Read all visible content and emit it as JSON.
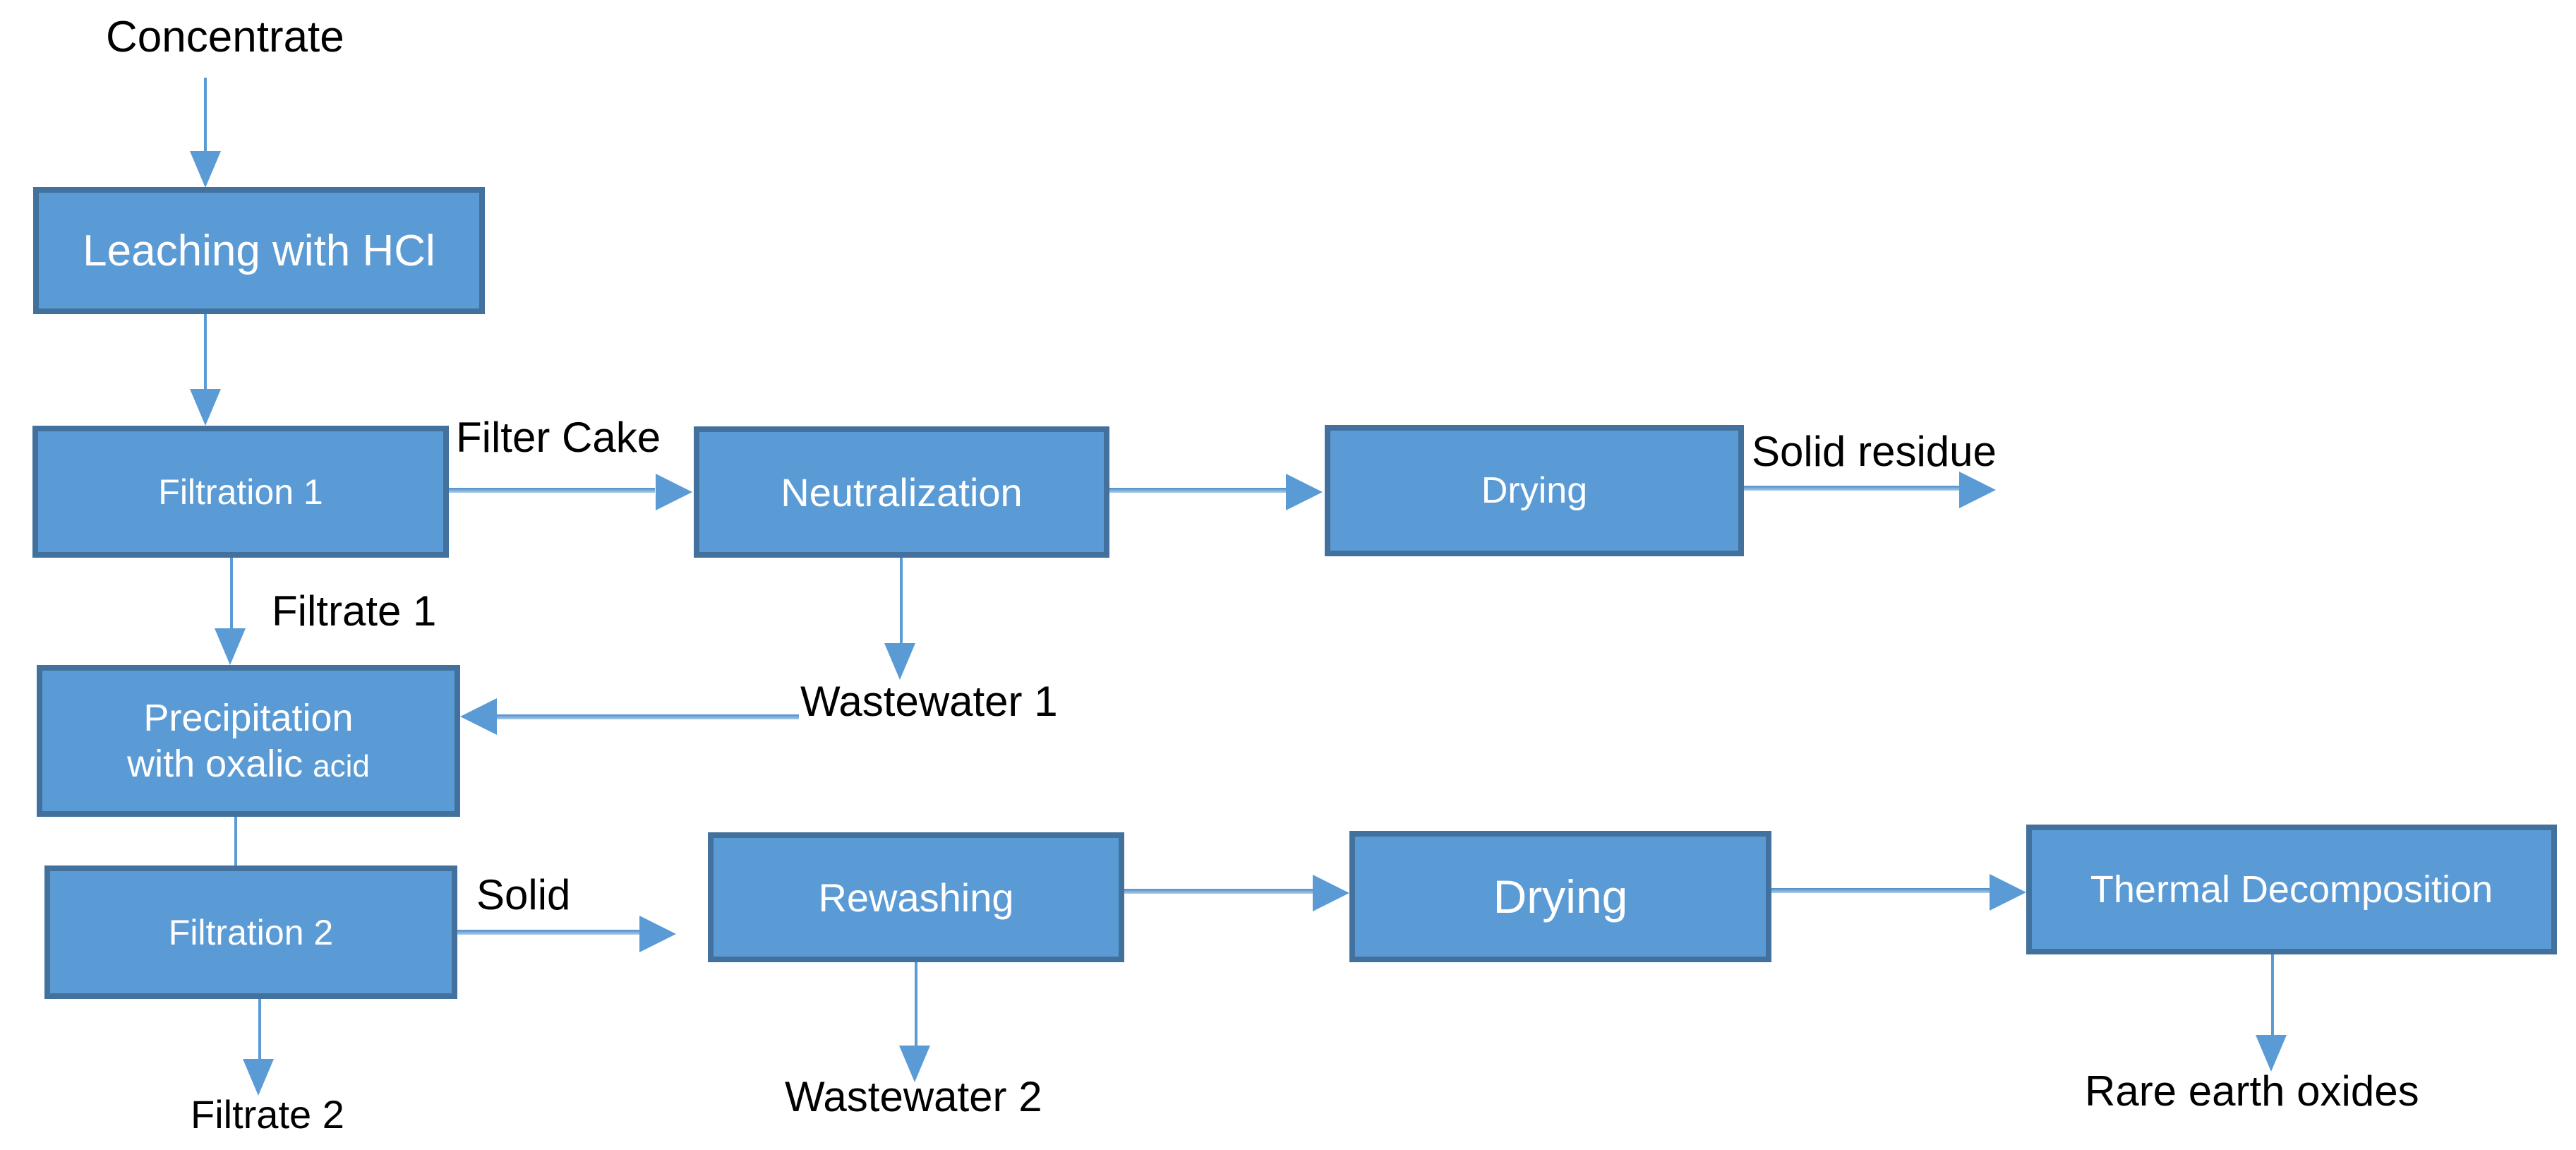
{
  "diagram": {
    "type": "process-flowchart",
    "nodes": {
      "leaching": "Leaching with HCl",
      "filtration1": "Filtration 1",
      "neutralization": "Neutralization",
      "drying1": "Drying",
      "precipitation": {
        "line1": "Precipitation",
        "line2": "with oxalic",
        "line2_small": "acid"
      },
      "filtration2": "Filtration 2",
      "rewashing": "Rewashing",
      "drying2": "Drying",
      "thermal": "Thermal Decomposition"
    },
    "terminals": {
      "concentrate": "Concentrate",
      "solid_residue": "Solid residue",
      "wastewater1": "Wastewater 1",
      "wastewater2": "Wastewater 2",
      "filtrate2_out": "Filtrate 2",
      "rare_earth_oxides": "Rare earth oxides"
    },
    "edge_labels": {
      "filter_cake": "Filter Cake",
      "filtrate1": "Filtrate 1",
      "solid": "Solid"
    },
    "edges": [
      {
        "from": "Concentrate",
        "to": "Leaching with HCl"
      },
      {
        "from": "Leaching with HCl",
        "to": "Filtration 1"
      },
      {
        "from": "Filtration 1",
        "to": "Neutralization",
        "label": "Filter Cake"
      },
      {
        "from": "Neutralization",
        "to": "Drying"
      },
      {
        "from": "Drying",
        "to": "Solid residue"
      },
      {
        "from": "Neutralization",
        "to": "Wastewater 1"
      },
      {
        "from": "Wastewater 1",
        "to": "Precipitation with oxalic acid"
      },
      {
        "from": "Filtration 1",
        "to": "Precipitation with oxalic acid",
        "label": "Filtrate 1"
      },
      {
        "from": "Precipitation with oxalic acid",
        "to": "Filtration 2"
      },
      {
        "from": "Filtration 2",
        "to": "Rewashing",
        "label": "Solid"
      },
      {
        "from": "Filtration 2",
        "to": "Filtrate 2"
      },
      {
        "from": "Rewashing",
        "to": "Drying"
      },
      {
        "from": "Rewashing",
        "to": "Wastewater 2"
      },
      {
        "from": "Drying",
        "to": "Thermal Decomposition"
      },
      {
        "from": "Thermal Decomposition",
        "to": "Rare earth oxides"
      }
    ],
    "colors": {
      "box_fill": "#5B9BD5",
      "box_border": "#41719C",
      "arrow": "#5B9BD5",
      "label_text": "#000000",
      "box_text": "#FFFFFF",
      "background": "#FFFFFF"
    }
  }
}
